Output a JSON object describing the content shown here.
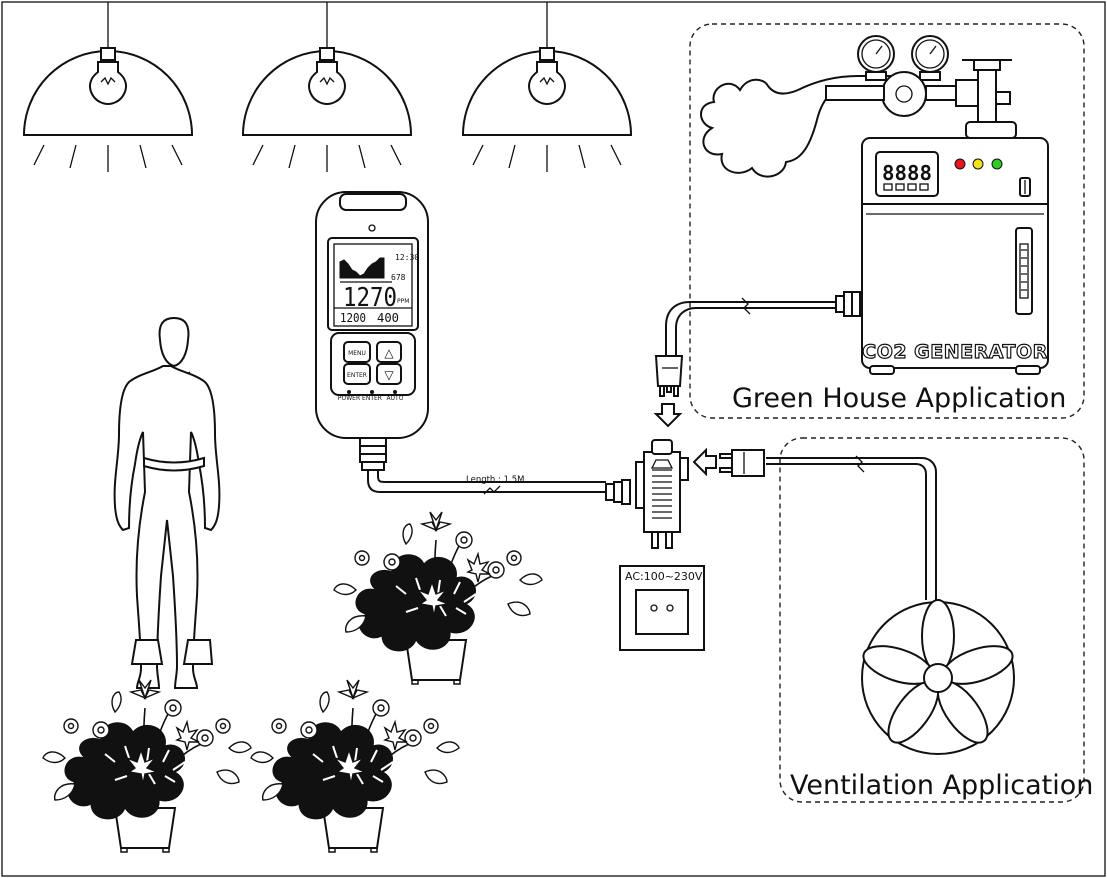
{
  "labels": {
    "greenhouse_title": "Green House Application",
    "ventilation_title": "Ventilation Application",
    "generator_label": "CO2 GENERATOR",
    "cable_length": "Length : 1.5M",
    "ac_range": "AC:100~230V"
  },
  "meter": {
    "main_reading": "1270",
    "main_unit": "PPM",
    "setpoint_left": "1200",
    "setpoint_right": "400",
    "clock": "12:30",
    "aux_value": "678",
    "buttons": {
      "menu": "MENU",
      "enter": "ENTER",
      "up": "△",
      "down": "▽"
    },
    "indicators": [
      "POWER",
      "ENTER",
      "AUTO"
    ]
  },
  "generator": {
    "display_digits": "8888",
    "indicator_colors": [
      "#e8141e",
      "#f2e21a",
      "#2ecc24"
    ]
  },
  "colors": {
    "line": "#111111",
    "background": "#ffffff"
  }
}
